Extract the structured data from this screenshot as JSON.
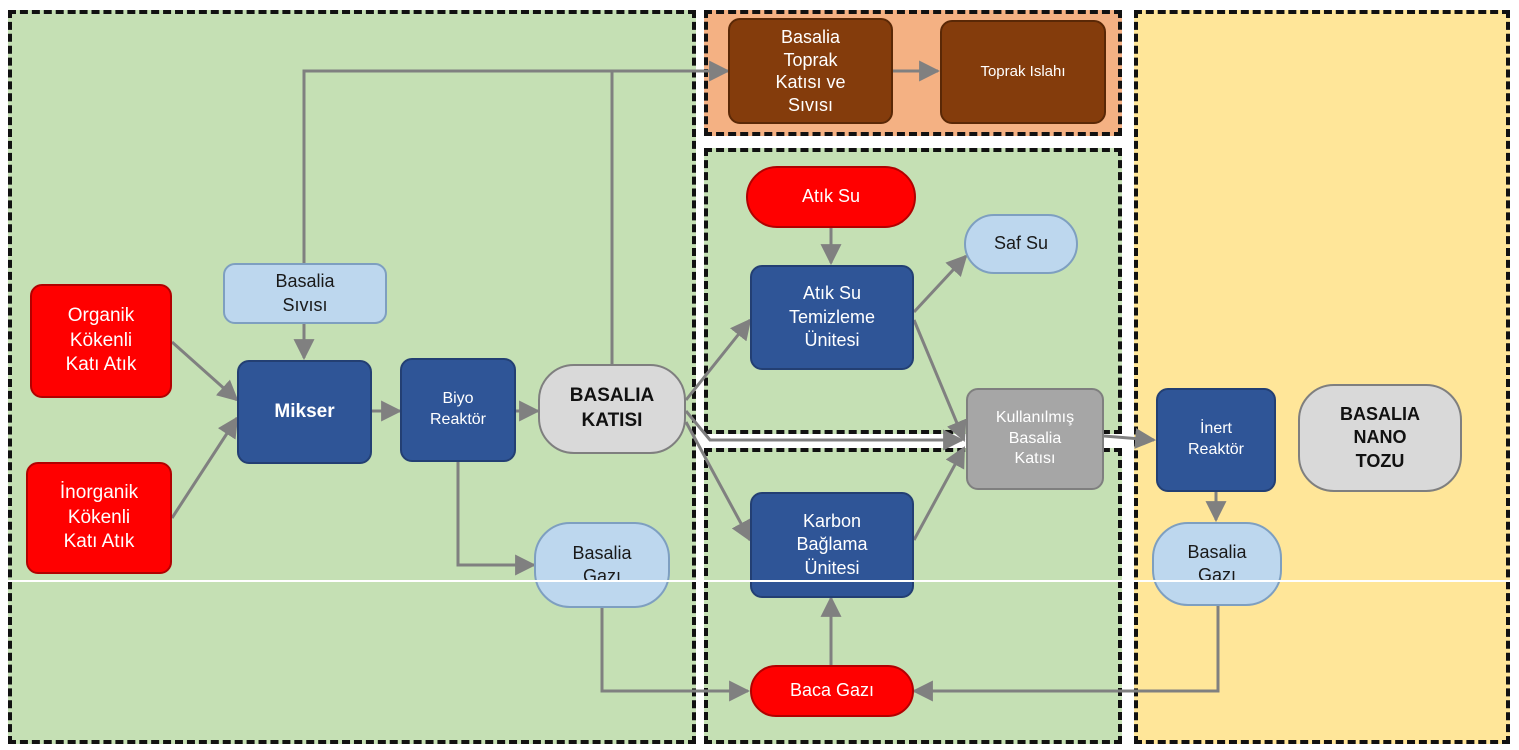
{
  "colors": {
    "green_region": "#c5e0b4",
    "orange_region": "#f4b183",
    "yellow_region": "#ffe699",
    "dark_box": "#2f5597",
    "red_box": "#ff0000",
    "light_blue_box": "#bdd7ee",
    "brown_box": "#843c0c",
    "grey_box": "#d9d9d9",
    "arrow": "#808080"
  },
  "nodes": {
    "organik": "Organik\nKökenli\nKatı Atık",
    "inorganik": "İnorganik\nKökenli\nKatı Atık",
    "basalia_sivisi": "Basalia\nSıvısı",
    "mikser": "Mikser",
    "biyo_reaktor": "Biyo\nReaktör",
    "basalia_katisi": "BASALIA\nKATISI",
    "basalia_gazi_1": "Basalia\nGazı",
    "toprak_katisi": "Basalia\nToprak\nKatısı ve\nSıvısı",
    "toprak_islahi": "Toprak Islahı",
    "atik_su": "Atık Su",
    "atik_su_temizleme": "Atık Su\nTemizleme\nÜnitesi",
    "saf_su": "Saf Su",
    "karbon_baglama": "Karbon\nBağlama\nÜnitesi",
    "kullanilmis": "Kullanılmış\nBasalia\nKatısı",
    "baca_gazi": "Baca Gazı",
    "inert_reaktor": "İnert\nReaktör",
    "nano_tozu": "BASALIA\nNANO\nTOZU",
    "basalia_gazi_2": "Basalia\nGazı"
  }
}
